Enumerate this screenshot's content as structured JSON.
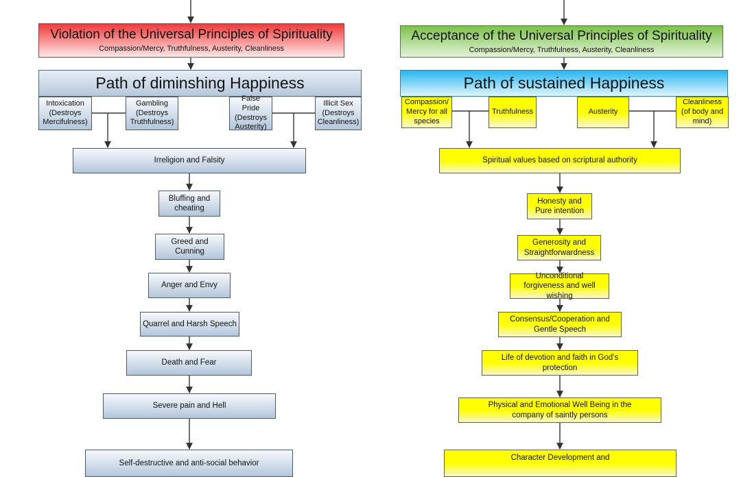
{
  "left": {
    "header": {
      "title": "Violation of the Universal Principles of Spirituality",
      "subtitle": "Compassion/Mercy, Truthfulness, Austerity, Cleanliness"
    },
    "path_title": "Path of diminshing Happiness",
    "causes": [
      {
        "label": "Intoxication (Destroys Mercifulness)"
      },
      {
        "label": "Gambling (Destroys Truthfulness)"
      },
      {
        "label": "False Pride (Destroys Austerity)"
      },
      {
        "label": "Illicit Sex (Destroys Cleanliness)"
      }
    ],
    "chain": [
      {
        "label": "Irreligion and Falsity"
      },
      {
        "label": "Bluffing and cheating"
      },
      {
        "label": "Greed and Cunning"
      },
      {
        "label": "Anger and Envy"
      },
      {
        "label": "Quarrel and Harsh Speech"
      },
      {
        "label": "Death and Fear"
      },
      {
        "label": "Severe pain and Hell"
      },
      {
        "label": "Self-destructive and anti-social behavior"
      }
    ]
  },
  "right": {
    "header": {
      "title": "Acceptance of the Universal Principles of Spirituality",
      "subtitle": "Compassion/Mercy, Truthfulness, Austerity, Cleanliness"
    },
    "path_title": "Path of sustained Happiness",
    "principles": [
      {
        "label": "Compassion/ Mercy for all species"
      },
      {
        "label": "Truthfulness"
      },
      {
        "label": "Austerity"
      },
      {
        "label": "Cleanliness (of body and mind)"
      }
    ],
    "chain": [
      {
        "label": "Spiritual values based on scriptural authority"
      },
      {
        "label": "Honesty and Pure intention"
      },
      {
        "label": "Generosity and Straightforwardness"
      },
      {
        "label": "Unconditional forgiveness and well wishing"
      },
      {
        "label": "Consensus/Cooperation and Gentle Speech"
      },
      {
        "label": "Life of devotion and faith in God’s protection"
      },
      {
        "label": "Physical and Emotional Well Being in the company of saintly persons"
      },
      {
        "label": "Character Development and"
      }
    ]
  }
}
